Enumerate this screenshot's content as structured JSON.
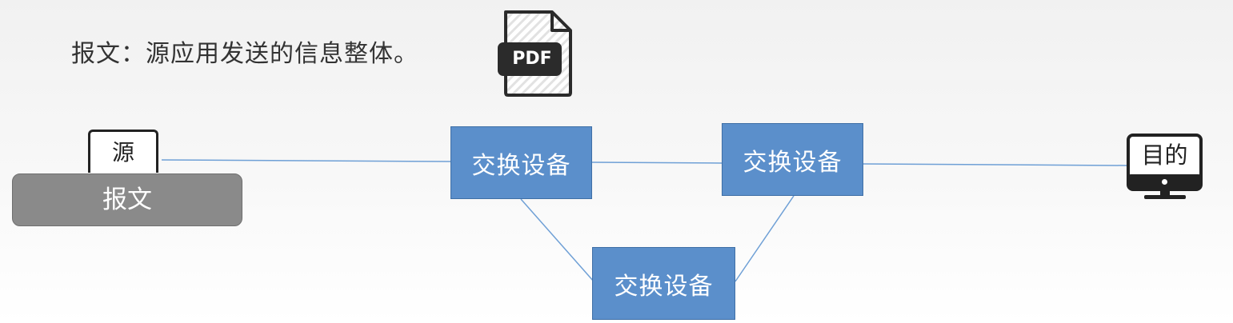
{
  "slide": {
    "heading": "报文：源应用发送的信息整体。"
  },
  "pdf_icon": {
    "label": "PDF"
  },
  "diagram": {
    "source_label": "源",
    "message_label": "报文",
    "switches": [
      "交换设备",
      "交换设备",
      "交换设备"
    ],
    "destination_label": "目的",
    "colors": {
      "switch_fill": "#5b8fcb",
      "link": "#6fa0d6",
      "message_fill": "#8a8a8a"
    }
  }
}
